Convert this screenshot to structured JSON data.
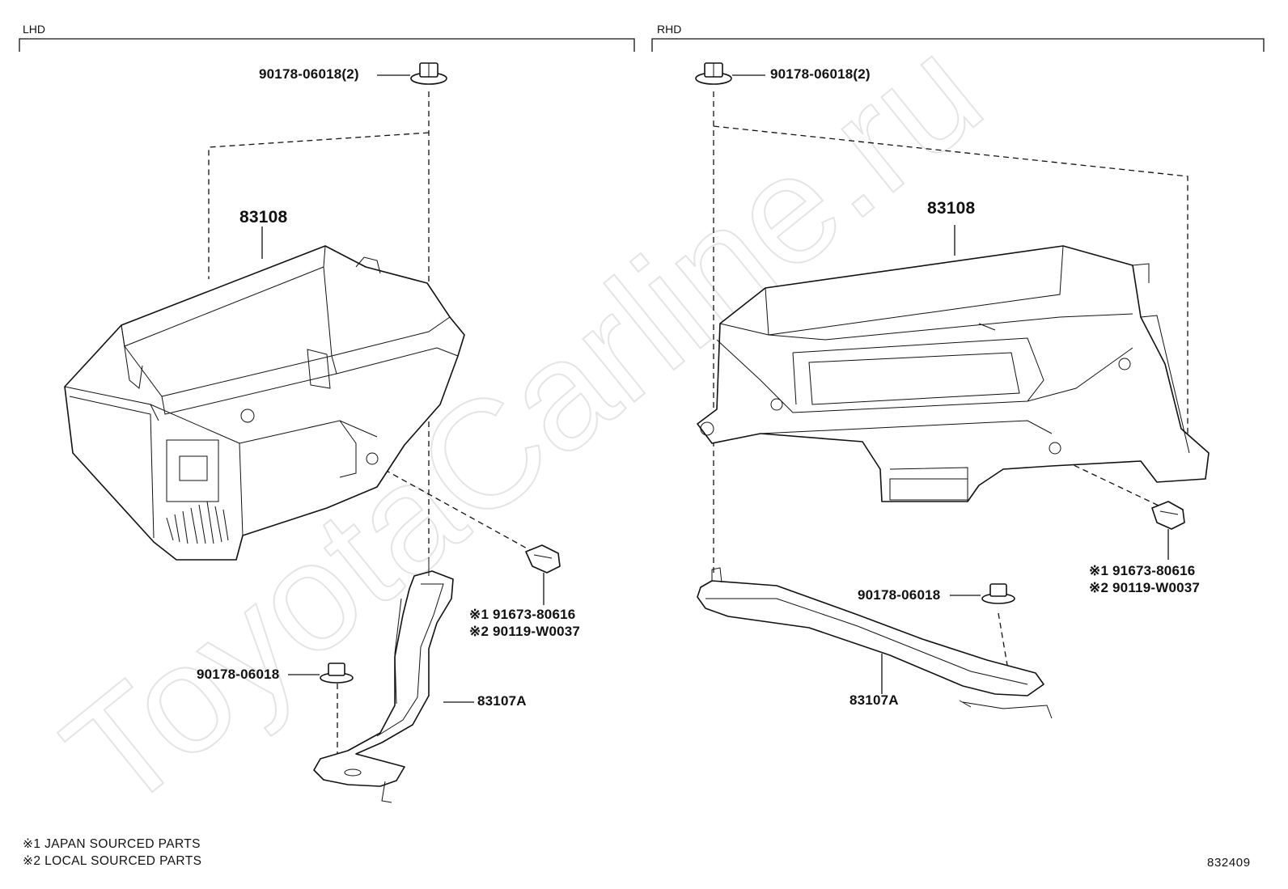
{
  "watermark": "ToyotaCarline.ru",
  "sections": {
    "lhd": {
      "label": "LHD",
      "callouts": {
        "nut_top": "90178-06018(2)",
        "box": "83108",
        "bolt_1": "※1 91673-80616",
        "bolt_2": "※2 90119-W0037",
        "nut_bottom": "90178-06018",
        "bracket": "83107A"
      }
    },
    "rhd": {
      "label": "RHD",
      "callouts": {
        "nut_top": "90178-06018(2)",
        "box": "83108",
        "bolt_1": "※1 91673-80616",
        "bolt_2": "※2 90119-W0037",
        "nut_bottom": "90178-06018",
        "bracket": "83107A"
      }
    }
  },
  "notes": [
    "※1 JAPAN SOURCED PARTS",
    "※2 LOCAL SOURCED PARTS"
  ],
  "figure_number": "832409"
}
